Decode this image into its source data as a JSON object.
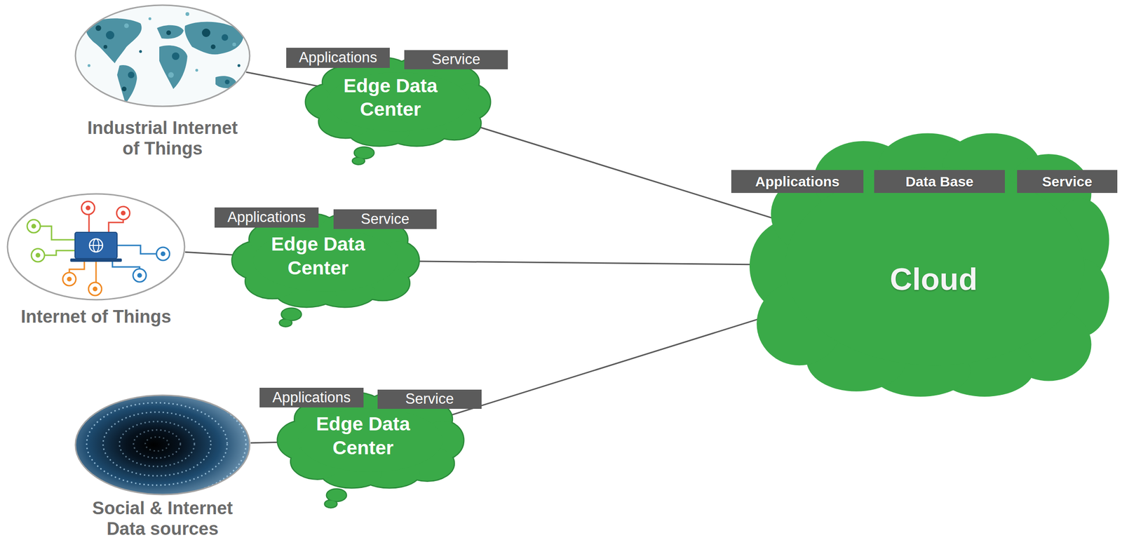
{
  "diagram": {
    "nodes": [
      {
        "text": [
          "Industrial Internet of Things"
        ]
      },
      {
        "text": [
          "Edge Data Center"
        ]
      },
      {
        "text": [
          "Applications"
        ],
        "in": 1
      },
      {
        "text": [
          "Service"
        ],
        "in": 1
      },
      {
        "text": [
          "Internet of Things"
        ]
      },
      {
        "text": [
          "Edge Data Center"
        ]
      },
      {
        "text": [
          "Applications"
        ],
        "in": 5
      },
      {
        "text": [
          "Service"
        ],
        "in": 5
      },
      {
        "text": [
          "Social & Internet Data sources"
        ]
      },
      {
        "text": [
          "Edge Data Center"
        ]
      },
      {
        "text": [
          "Applications"
        ],
        "in": 9
      },
      {
        "text": [
          "Service"
        ],
        "in": 9
      },
      {
        "text": [
          "Cloud"
        ]
      },
      {
        "text": [
          "Applications"
        ],
        "in": 12
      },
      {
        "text": [
          "Data Base"
        ],
        "in": 12
      },
      {
        "text": [
          "Service"
        ],
        "in": 12
      }
    ],
    "edges": [
      {
        "from": 0,
        "to": 1,
        "arrow": "none"
      },
      {
        "from": 4,
        "to": 5,
        "arrow": "none"
      },
      {
        "from": 8,
        "to": 9,
        "arrow": "none"
      },
      {
        "from": 1,
        "to": 12,
        "arrow": "none"
      },
      {
        "from": 5,
        "to": 12,
        "arrow": "none"
      },
      {
        "from": 9,
        "to": 12,
        "arrow": "none"
      }
    ]
  }
}
